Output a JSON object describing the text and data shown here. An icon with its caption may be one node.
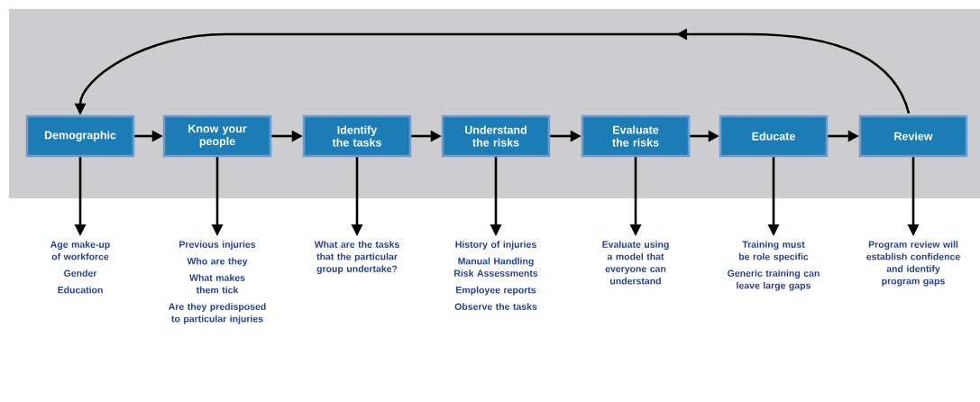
{
  "diagram": {
    "nodes": [
      {
        "text": [
          "Demographic"
        ]
      },
      {
        "text": [
          "Know your people"
        ]
      },
      {
        "text": [
          "Identify the tasks"
        ]
      },
      {
        "text": [
          "Understand the risks"
        ]
      },
      {
        "text": [
          "Evaluate the risks"
        ]
      },
      {
        "text": [
          "Educate"
        ]
      },
      {
        "text": [
          "Review"
        ]
      },
      {
        "text": [
          "Age make-up of workforce",
          "Gender",
          "Education"
        ]
      },
      {
        "text": [
          "Previous injuries",
          "Who are they",
          "What makes them tick",
          "Are they predisposed to particular injuries"
        ]
      },
      {
        "text": [
          "What are the tasks that the particular group undertake?"
        ]
      },
      {
        "text": [
          "History of injuries",
          "Manual Handling Risk Assessments",
          "Employee reports",
          "Observe the tasks"
        ]
      },
      {
        "text": [
          "Evaluate using a model that everyone can understand"
        ]
      },
      {
        "text": [
          "Training must be role specific",
          "Generic training can leave large gaps"
        ]
      },
      {
        "text": [
          "Program review will establish confidence and identify program gaps"
        ]
      }
    ],
    "edges": [
      {
        "from": 0,
        "to": 1,
        "arrow": "to"
      },
      {
        "from": 1,
        "to": 2,
        "arrow": "to"
      },
      {
        "from": 2,
        "to": 3,
        "arrow": "to"
      },
      {
        "from": 3,
        "to": 4,
        "arrow": "to"
      },
      {
        "from": 4,
        "to": 5,
        "arrow": "to"
      },
      {
        "from": 5,
        "to": 6,
        "arrow": "to"
      },
      {
        "from": 6,
        "to": 0,
        "arrow": "to"
      },
      {
        "from": 0,
        "to": 7,
        "arrow": "to"
      },
      {
        "from": 1,
        "to": 8,
        "arrow": "to"
      },
      {
        "from": 2,
        "to": 9,
        "arrow": "to"
      },
      {
        "from": 3,
        "to": 10,
        "arrow": "to"
      },
      {
        "from": 4,
        "to": 11,
        "arrow": "to"
      },
      {
        "from": 5,
        "to": 12,
        "arrow": "to"
      },
      {
        "from": 6,
        "to": 13,
        "arrow": "to"
      }
    ]
  }
}
